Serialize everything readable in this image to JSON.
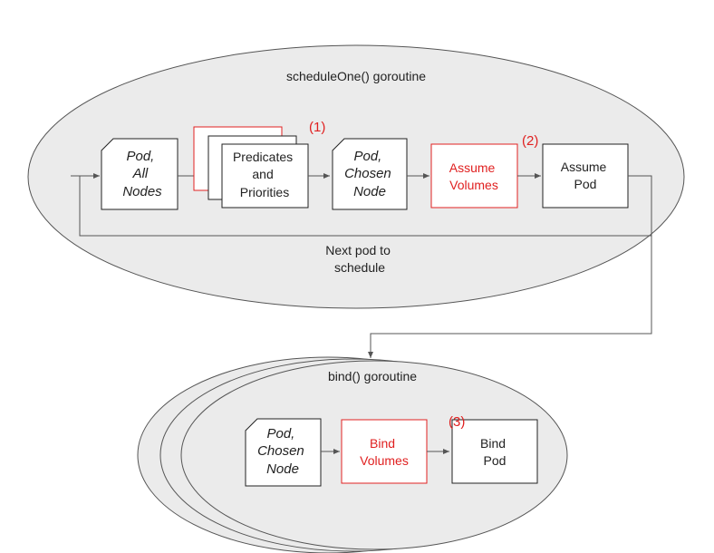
{
  "diagram": {
    "schedule_title": "scheduleOne() goroutine",
    "pod_all_nodes": [
      "Pod,",
      "All",
      "Nodes"
    ],
    "predicates": [
      "Predicates",
      "and",
      "Priorities"
    ],
    "pod_chosen_node_1": [
      "Pod,",
      "Chosen",
      "Node"
    ],
    "assume_volumes": [
      "Assume",
      "Volumes"
    ],
    "assume_pod": [
      "Assume",
      "Pod"
    ],
    "next_pod": [
      "Next pod to",
      "schedule"
    ],
    "annotation_1": "(1)",
    "annotation_2": "(2)",
    "annotation_3": "(3)",
    "bind_title": "bind() goroutine",
    "pod_chosen_node_2": [
      "Pod,",
      "Chosen",
      "Node"
    ],
    "bind_volumes": [
      "Bind",
      "Volumes"
    ],
    "bind_pod": [
      "Bind",
      "Pod"
    ]
  },
  "colors": {
    "ellipse_fill": "#ebebeb",
    "stroke": "#555555",
    "highlight": "#e02020"
  }
}
